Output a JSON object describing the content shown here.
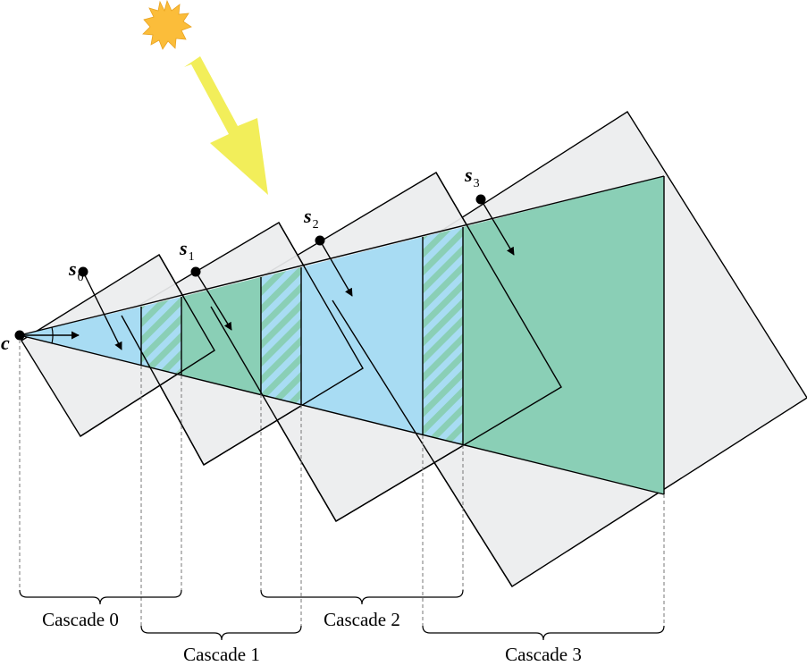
{
  "diagram": {
    "camera_label": "c",
    "split_labels": [
      {
        "base": "s",
        "sub": "0"
      },
      {
        "base": "s",
        "sub": "1"
      },
      {
        "base": "s",
        "sub": "2"
      },
      {
        "base": "s",
        "sub": "3"
      }
    ],
    "cascade_labels": [
      "Cascade 0",
      "Cascade 1",
      "Cascade 2",
      "Cascade 3"
    ],
    "colors": {
      "shadow_box_fill": "#ecedee",
      "frustum_blue": "#a8dcf3",
      "frustum_green": "#8acfb6",
      "sun_fill": "#fbbd3a",
      "light_arrow": "#f2ee5a",
      "stroke": "#000000"
    },
    "icons": [
      "sun-icon",
      "light-direction-arrow"
    ]
  }
}
